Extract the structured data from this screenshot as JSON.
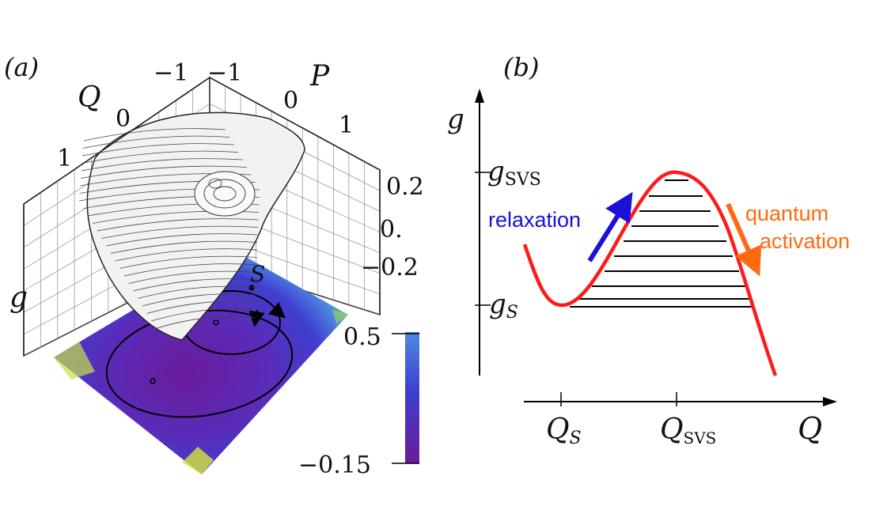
{
  "panel_a": {
    "label": "(a)",
    "axis_q_label": "Q",
    "axis_p_label": "P",
    "axis_g_label": "g",
    "q_ticks": [
      "1",
      "0",
      "−1"
    ],
    "p_ticks": [
      "−1",
      "0",
      "1"
    ],
    "g_ticks": [
      "0.2",
      "0.",
      "−0.2"
    ],
    "colorbar_max": "0.5",
    "colorbar_min": "−0.15",
    "point_label": "S",
    "colors": {
      "colormap_low": "#6a1b9a",
      "colormap_mid": "#3f3fd0",
      "colormap_high": "#4f8be0",
      "colormap_corner": "#e8e83a",
      "surface": "#ffffff",
      "contour": "#333333"
    }
  },
  "panel_b": {
    "label": "(b)",
    "axis_g_label": "g",
    "axis_q_label": "Q",
    "g_svs_label": "g",
    "g_svs_sub": "SVS",
    "g_s_label": "g",
    "g_s_sub": "S",
    "q_s_label": "Q",
    "q_s_sub": "S",
    "q_svs_label": "Q",
    "q_svs_sub": "SVS",
    "relaxation_label": "relaxation",
    "activation_line1": "quantum",
    "activation_line2": "activation",
    "colors": {
      "curve": "#ff1a1a",
      "relaxation": "#1a10d8",
      "activation": "#ff6a10",
      "levels": "#000000"
    }
  }
}
